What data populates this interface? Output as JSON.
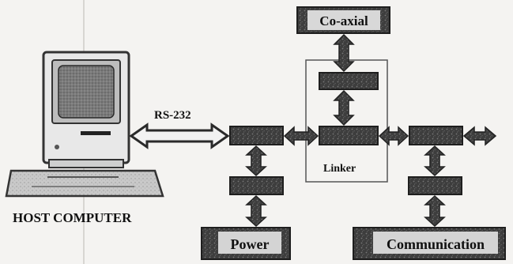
{
  "labels": {
    "host": "HOST COMPUTER",
    "rs232": "RS-232",
    "linker": "Linker",
    "coaxial": "Co-axial",
    "power": "Power",
    "communication": "Communication"
  },
  "colors": {
    "module": "#3f3f3f",
    "module_light": "#d4d4d4",
    "arrow": "#4a4a4a",
    "arrow_light": "#cfcfcf",
    "linker_frame": "#555555",
    "background": "#f4f3f1"
  },
  "icons": {
    "host_computer": "desktop-computer-icon"
  }
}
